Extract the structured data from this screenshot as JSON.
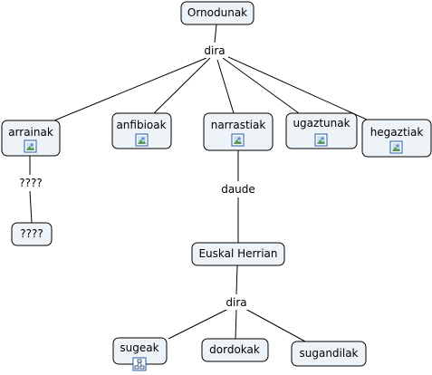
{
  "concepts": {
    "ornodunak": "Ornodunak",
    "arrainak": "arrainak",
    "anfibioak": "anfibioak",
    "narrastiak": "narrastiak",
    "ugaztunak": "ugaztunak",
    "hegaztiak": "hegaztiak",
    "unknown": "????",
    "euskal_herrian": "Euskal Herrian",
    "sugeak": "sugeak",
    "dordokak": "dordokak",
    "sugandilak": "sugandilak"
  },
  "linking_phrases": {
    "dira_top": "dira",
    "unknown_link": "????",
    "daude": "daude",
    "dira_bottom": "dira"
  },
  "icons": {
    "arrainak": "image-icon",
    "anfibioak": "image-icon",
    "narrastiak": "image-icon",
    "ugaztunak": "image-icon",
    "hegaztiak": "image-icon",
    "sugeak": "concept-map-icon"
  },
  "colors": {
    "node_fill": "#eef3f8",
    "border": "#000000",
    "icon_accent": "#2a59a8"
  }
}
